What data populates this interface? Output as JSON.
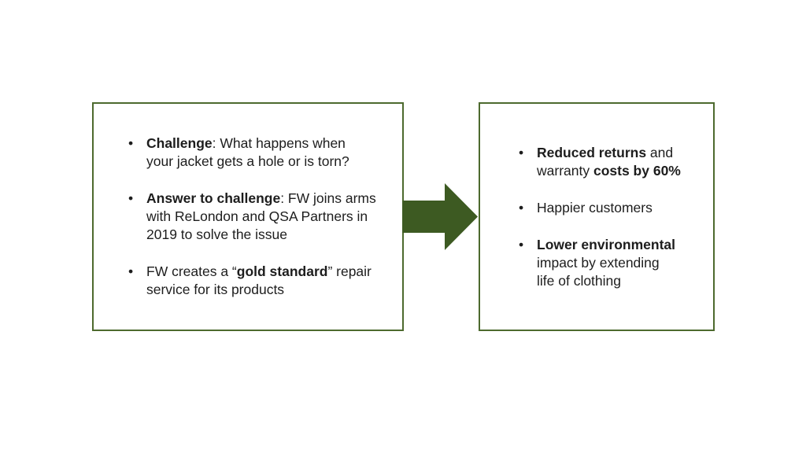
{
  "slide": {
    "background_color": "#ffffff",
    "box_border_color": "#4d6a2e",
    "arrow_color": "#3d5a22",
    "text_color": "#1d1d1d"
  },
  "left_box": {
    "bullets": [
      {
        "segments": [
          {
            "text": "Challenge",
            "bold": true
          },
          {
            "text": ": What happens when\nyour jacket gets a hole or is torn?",
            "bold": false
          }
        ]
      },
      {
        "segments": [
          {
            "text": "Answer to challenge",
            "bold": true
          },
          {
            "text": ": FW joins arms\nwith ReLondon and QSA Partners in\n2019 to solve the issue",
            "bold": false
          }
        ]
      },
      {
        "segments": [
          {
            "text": "FW creates a “",
            "bold": false
          },
          {
            "text": "gold standard",
            "bold": true
          },
          {
            "text": "” repair\nservice for its products",
            "bold": false
          }
        ]
      }
    ]
  },
  "right_box": {
    "bullets": [
      {
        "segments": [
          {
            "text": "Reduced returns",
            "bold": true
          },
          {
            "text": " and\nwarranty ",
            "bold": false
          },
          {
            "text": "costs by 60%",
            "bold": true
          }
        ]
      },
      {
        "segments": [
          {
            "text": "Happier customers",
            "bold": false
          }
        ]
      },
      {
        "segments": [
          {
            "text": "Lower environmental",
            "bold": true
          },
          {
            "text": "\nimpact by extending\nlife of clothing",
            "bold": false
          }
        ]
      }
    ]
  }
}
